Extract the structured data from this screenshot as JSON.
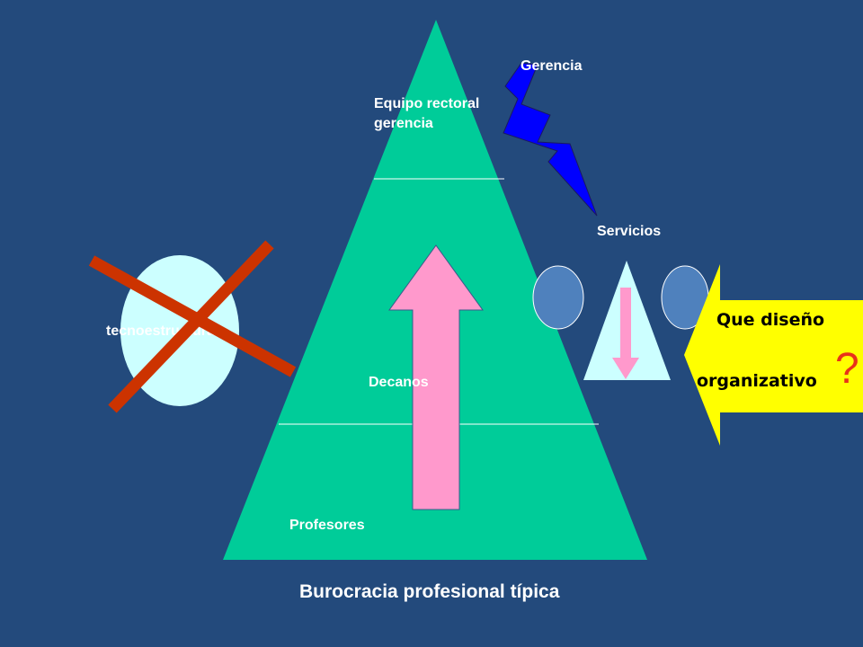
{
  "labels": {
    "gerencia": "Gerencia",
    "equipo_line1": "Equipo rectoral",
    "equipo_line2": "gerencia",
    "servicios": "Servicios",
    "decanos": "Decanos",
    "profesores": "Profesores",
    "tecnoestructura": "tecnoestructura",
    "question_line1": "Que diseño",
    "question_line2": "organizativo",
    "question_mark": "?",
    "title": "Burocracia profesional típica"
  },
  "colors": {
    "background": "#234a7c",
    "pyramid": "#00cc99",
    "up_arrow": "#ff99cc",
    "lightning": "#0000ff",
    "ellipse": "#ccffff",
    "cross": "#cc3300",
    "small_ellipse": "#4f81bd",
    "question_arrow": "#ffff00",
    "question_mark": "#e8321a"
  }
}
